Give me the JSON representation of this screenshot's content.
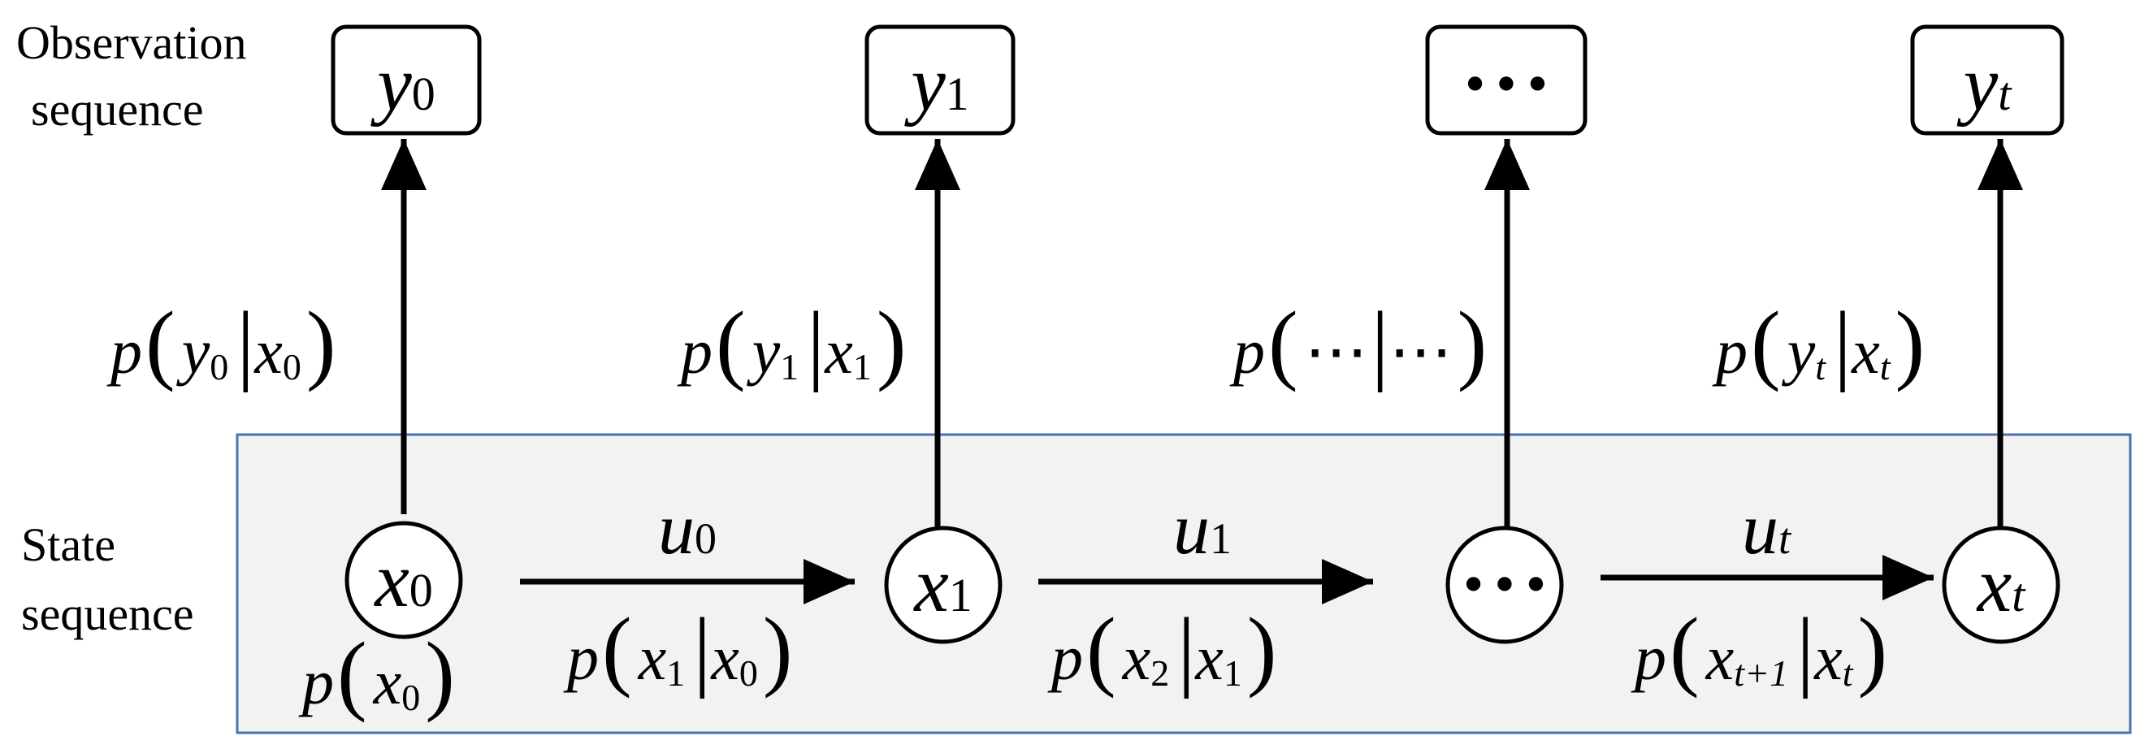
{
  "row_labels": {
    "observation": [
      "Observation",
      "sequence"
    ],
    "state": [
      "State",
      "sequence"
    ]
  },
  "observation_nodes": [
    {
      "var": "y",
      "sub": "0"
    },
    {
      "var": "y",
      "sub": "1"
    },
    {
      "var": "• • •",
      "sub": ""
    },
    {
      "var": "y",
      "sub": "t"
    }
  ],
  "state_nodes": [
    {
      "var": "x",
      "sub": "0"
    },
    {
      "var": "x",
      "sub": "1"
    },
    {
      "var": "• • •",
      "sub": ""
    },
    {
      "var": "x",
      "sub": "t"
    }
  ],
  "emission_probs": [
    {
      "p": "p",
      "a": "y",
      "a_sub": "0",
      "b": "x",
      "b_sub": "0"
    },
    {
      "p": "p",
      "a": "y",
      "a_sub": "1",
      "b": "x",
      "b_sub": "1"
    },
    {
      "p": "p",
      "a": "⋯",
      "a_sub": "",
      "b": "⋯",
      "b_sub": ""
    },
    {
      "p": "p",
      "a": "y",
      "a_sub": "t",
      "b": "x",
      "b_sub": "t"
    }
  ],
  "controls": [
    {
      "var": "u",
      "sub": "0"
    },
    {
      "var": "u",
      "sub": "1"
    },
    {
      "var": "u",
      "sub": "t"
    }
  ],
  "transition_probs": [
    {
      "p": "p",
      "a": "x",
      "a_sub": "1",
      "b": "x",
      "b_sub": "0"
    },
    {
      "p": "p",
      "a": "x",
      "a_sub": "2",
      "b": "x",
      "b_sub": "1"
    },
    {
      "p": "p",
      "a": "x",
      "a_sub": "t+1",
      "b": "x",
      "b_sub": "t"
    }
  ],
  "initial_prob": {
    "p": "p",
    "a": "x",
    "a_sub": "0"
  },
  "colors": {
    "state_panel_fill": "#f2f2f2",
    "state_panel_border": "#4a72b0",
    "stroke": "#000000"
  }
}
